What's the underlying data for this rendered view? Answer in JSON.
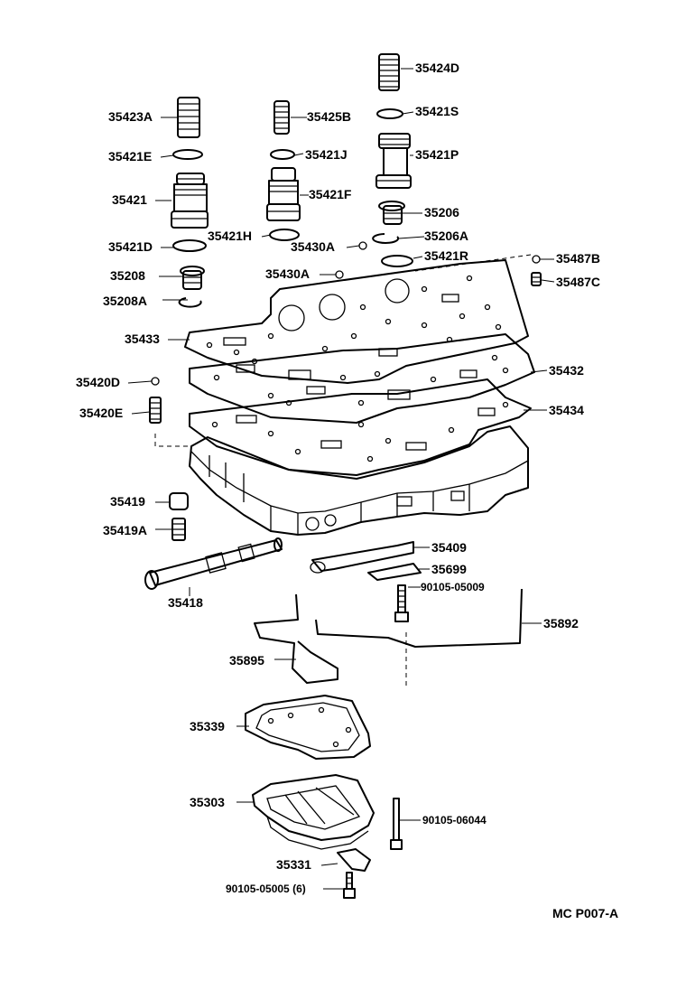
{
  "parts": [
    {
      "key": "p35424D",
      "label": "35424D"
    },
    {
      "key": "p35421S",
      "label": "35421S"
    },
    {
      "key": "p35421P",
      "label": "35421P"
    },
    {
      "key": "p35423A",
      "label": "35423A"
    },
    {
      "key": "p35425B",
      "label": "35425B"
    },
    {
      "key": "p35421E",
      "label": "35421E"
    },
    {
      "key": "p35421J",
      "label": "35421J"
    },
    {
      "key": "p35421",
      "label": "35421"
    },
    {
      "key": "p35421F",
      "label": "35421F"
    },
    {
      "key": "p35206",
      "label": "35206"
    },
    {
      "key": "p35206A",
      "label": "35206A"
    },
    {
      "key": "p35421D",
      "label": "35421D"
    },
    {
      "key": "p35421H",
      "label": "35421H"
    },
    {
      "key": "p35430A_1",
      "label": "35430A"
    },
    {
      "key": "p35421R",
      "label": "35421R"
    },
    {
      "key": "p35487B",
      "label": "35487B"
    },
    {
      "key": "p35208",
      "label": "35208"
    },
    {
      "key": "p35430A_2",
      "label": "35430A"
    },
    {
      "key": "p35487C",
      "label": "35487C"
    },
    {
      "key": "p35208A",
      "label": "35208A"
    },
    {
      "key": "p35433",
      "label": "35433"
    },
    {
      "key": "p35432",
      "label": "35432"
    },
    {
      "key": "p35420D",
      "label": "35420D"
    },
    {
      "key": "p35434",
      "label": "35434"
    },
    {
      "key": "p35420E",
      "label": "35420E"
    },
    {
      "key": "p35419",
      "label": "35419"
    },
    {
      "key": "p35419A",
      "label": "35419A"
    },
    {
      "key": "p35409",
      "label": "35409"
    },
    {
      "key": "p35699",
      "label": "35699"
    },
    {
      "key": "p90105_05009",
      "label": "90105-05009"
    },
    {
      "key": "p35418",
      "label": "35418"
    },
    {
      "key": "p35892",
      "label": "35892"
    },
    {
      "key": "p35895",
      "label": "35895"
    },
    {
      "key": "p35339",
      "label": "35339"
    },
    {
      "key": "p35303",
      "label": "35303"
    },
    {
      "key": "p90105_06044",
      "label": "90105-06044"
    },
    {
      "key": "p35331",
      "label": "35331"
    },
    {
      "key": "p90105_05005",
      "label": "90105-05005 (6)"
    }
  ],
  "figure_code": "MC P007-A"
}
